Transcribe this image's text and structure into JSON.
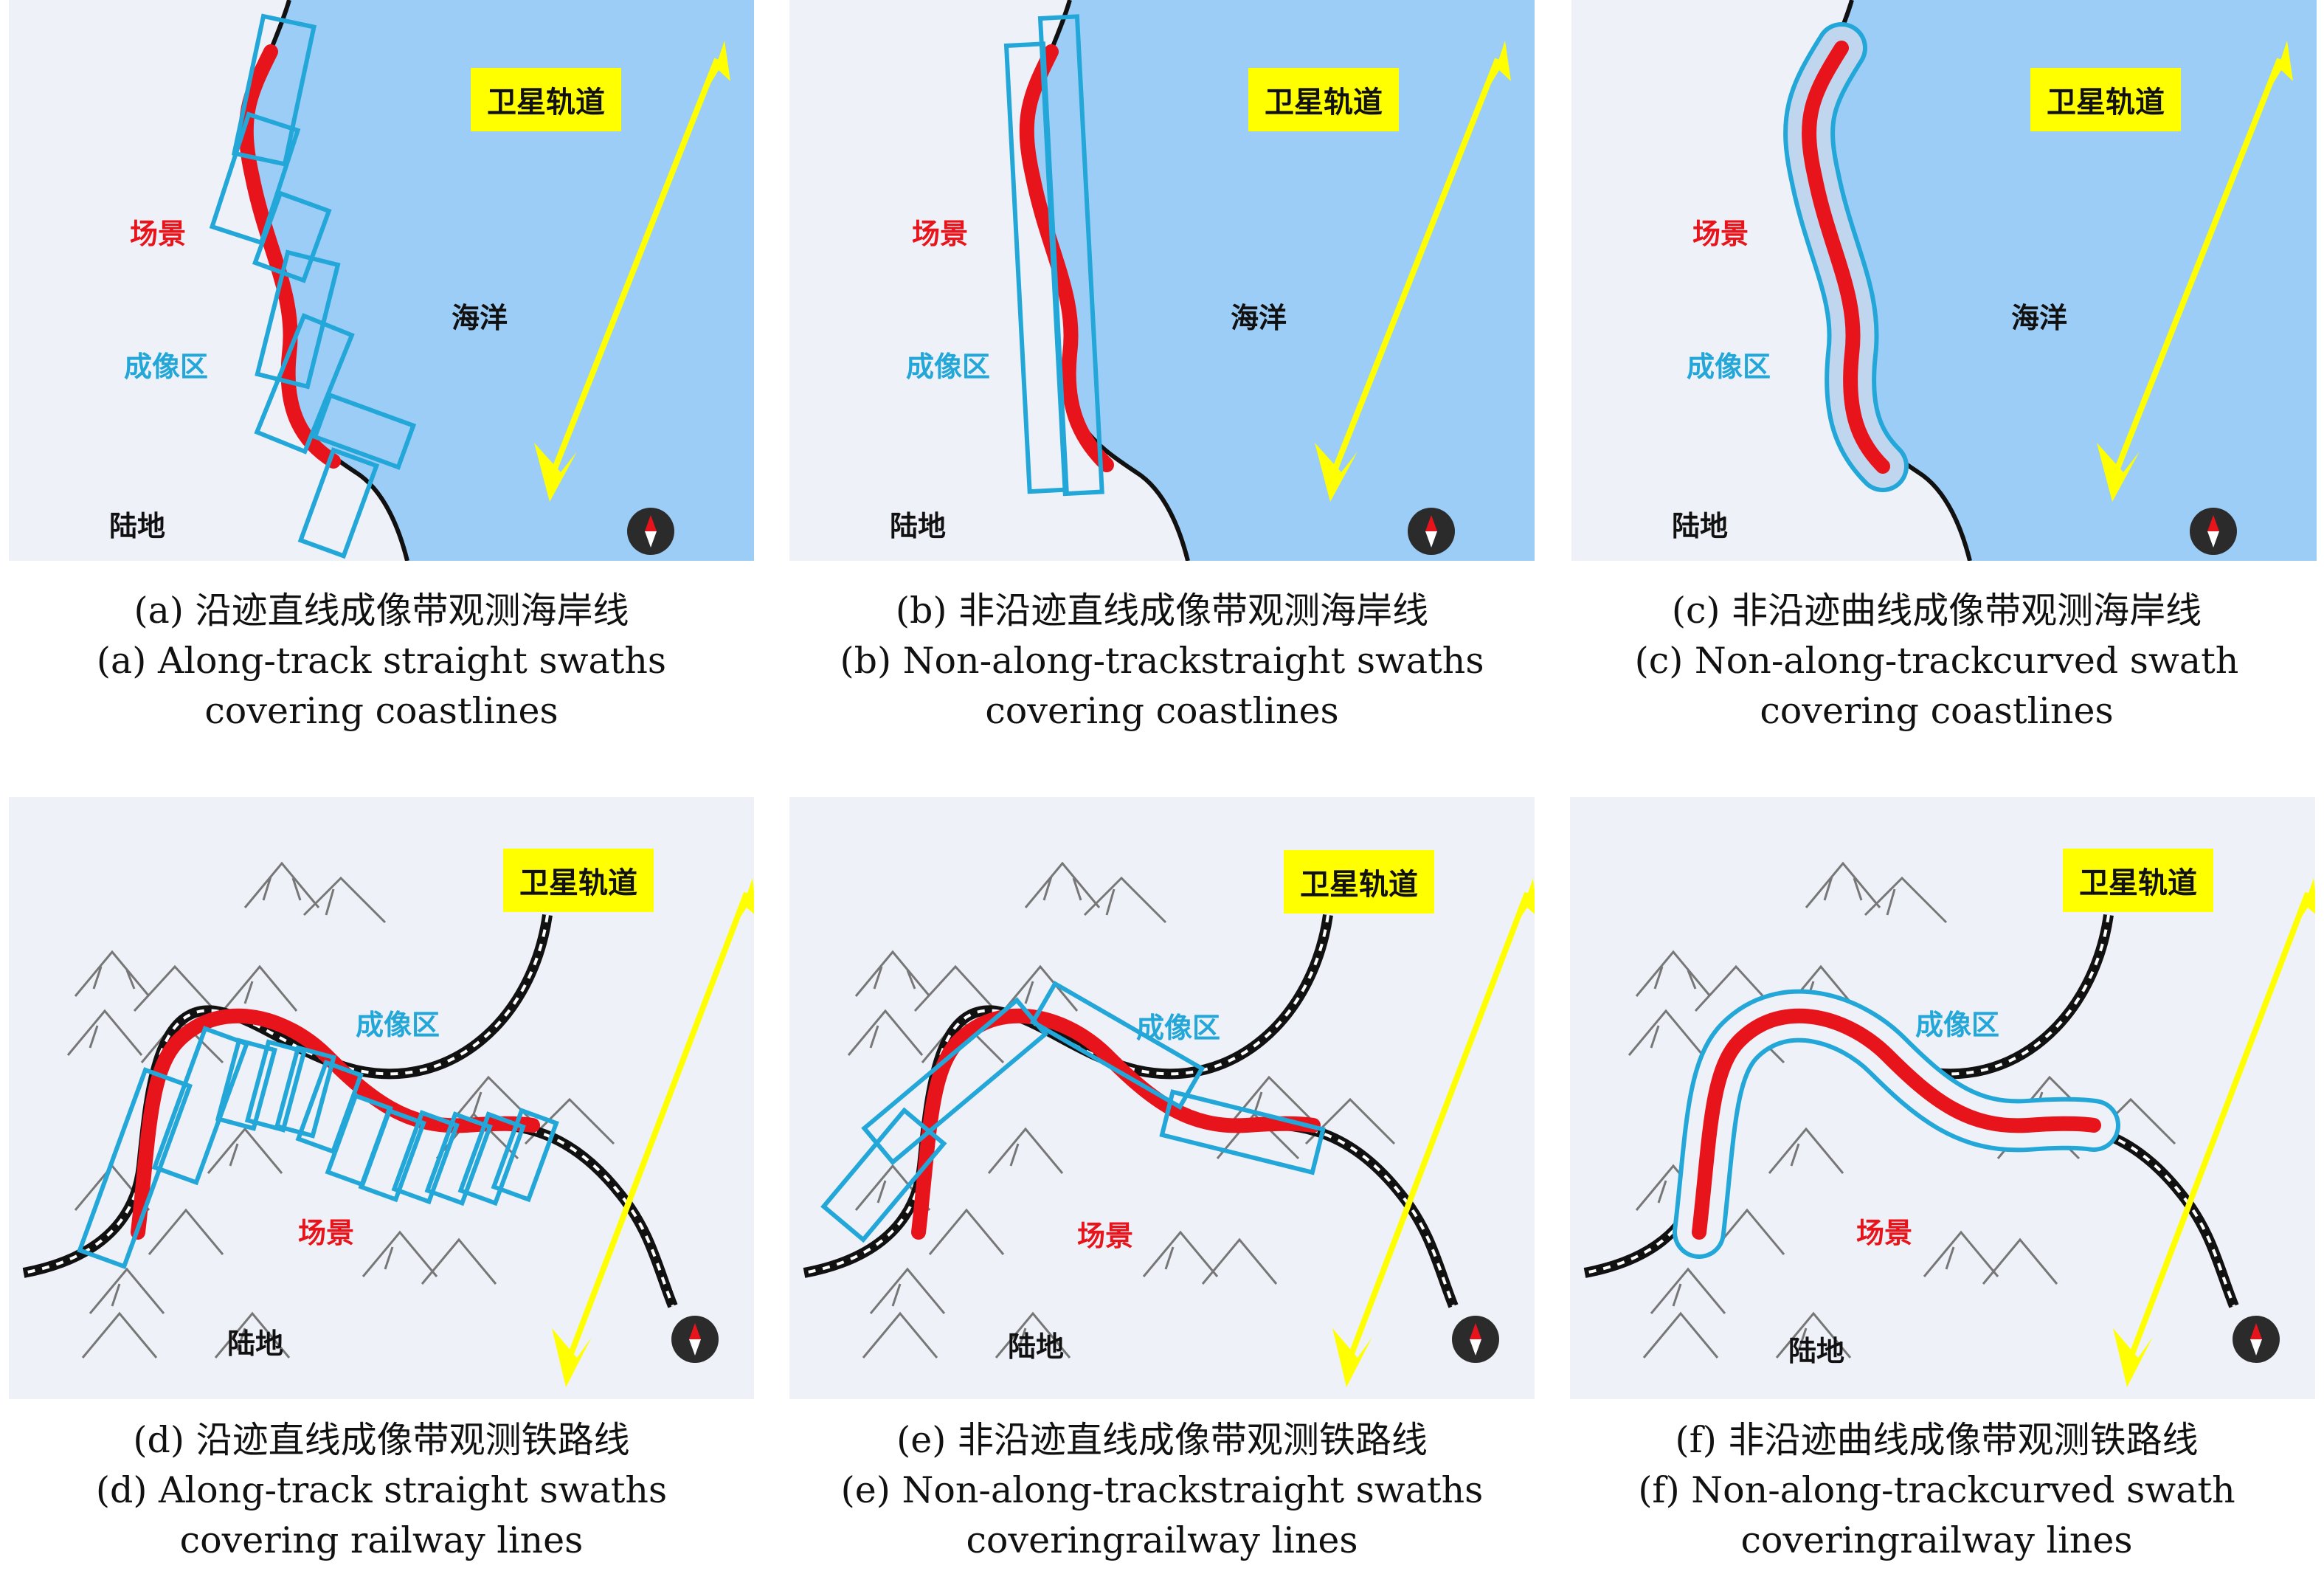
{
  "labels": {
    "orbit": "卫星轨道",
    "scene": "场景",
    "imaging_area": "成像区",
    "ocean": "海洋",
    "land": "陆地"
  },
  "panels": [
    {
      "id": "a",
      "caption_zh": "(a) 沿迹直线成像带观测海岸线",
      "caption_en_1": "(a) Along-track straight swaths",
      "caption_en_2": "covering coastlines"
    },
    {
      "id": "b",
      "caption_zh": "(b) 非沿迹直线成像带观测海岸线",
      "caption_en_1": "(b) Non-along-trackstraight swaths",
      "caption_en_2": "covering coastlines"
    },
    {
      "id": "c",
      "caption_zh": "(c) 非沿迹曲线成像带观测海岸线",
      "caption_en_1": "(c) Non-along-trackcurved swath",
      "caption_en_2": "covering coastlines"
    },
    {
      "id": "d",
      "caption_zh": "(d) 沿迹直线成像带观测铁路线",
      "caption_en_1": "(d) Along-track straight swaths",
      "caption_en_2": "covering railway lines"
    },
    {
      "id": "e",
      "caption_zh": "(e) 非沿迹直线成像带观测铁路线",
      "caption_en_1": "(e) Non-along-trackstraight swaths",
      "caption_en_2": "coveringrailway lines"
    },
    {
      "id": "f",
      "caption_zh": "(f) 非沿迹曲线成像带观测铁路线",
      "caption_en_1": "(f) Non-along-trackcurved swath",
      "caption_en_2": "coveringrailway lines"
    }
  ],
  "colors": {
    "ocean": "#9ccdf7",
    "land": "#eef1f8",
    "scene": "#e8141c",
    "swath": "#23a7d8",
    "orbit": "#ffff00",
    "coastline": "#111111"
  }
}
